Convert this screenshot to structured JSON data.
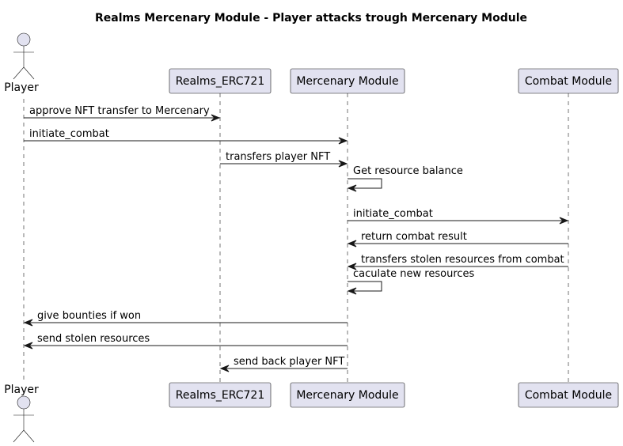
{
  "title": "Realms Mercenary Module - Player attacks trough Mercenary Module",
  "participants": [
    {
      "id": "player",
      "label": "Player",
      "kind": "actor"
    },
    {
      "id": "erc721",
      "label": "Realms_ERC721",
      "kind": "participant"
    },
    {
      "id": "mercenary",
      "label": "Mercenary Module",
      "kind": "participant"
    },
    {
      "id": "combat",
      "label": "Combat Module",
      "kind": "participant"
    }
  ],
  "messages": [
    {
      "from": "player",
      "to": "erc721",
      "label": "approve NFT transfer to Mercenary"
    },
    {
      "from": "player",
      "to": "mercenary",
      "label": "initiate_combat"
    },
    {
      "from": "erc721",
      "to": "mercenary",
      "label": "transfers player NFT"
    },
    {
      "from": "mercenary",
      "to": "mercenary",
      "label": "Get resource balance"
    },
    {
      "from": "mercenary",
      "to": "combat",
      "label": "initiate_combat"
    },
    {
      "from": "combat",
      "to": "mercenary",
      "label": "return combat result"
    },
    {
      "from": "combat",
      "to": "mercenary",
      "label": "transfers stolen resources from combat"
    },
    {
      "from": "mercenary",
      "to": "mercenary",
      "label": "caculate new resources"
    },
    {
      "from": "mercenary",
      "to": "player",
      "label": "give bounties if won"
    },
    {
      "from": "mercenary",
      "to": "player",
      "label": "send stolen resources"
    },
    {
      "from": "mercenary",
      "to": "erc721",
      "label": "send back player NFT"
    }
  ]
}
